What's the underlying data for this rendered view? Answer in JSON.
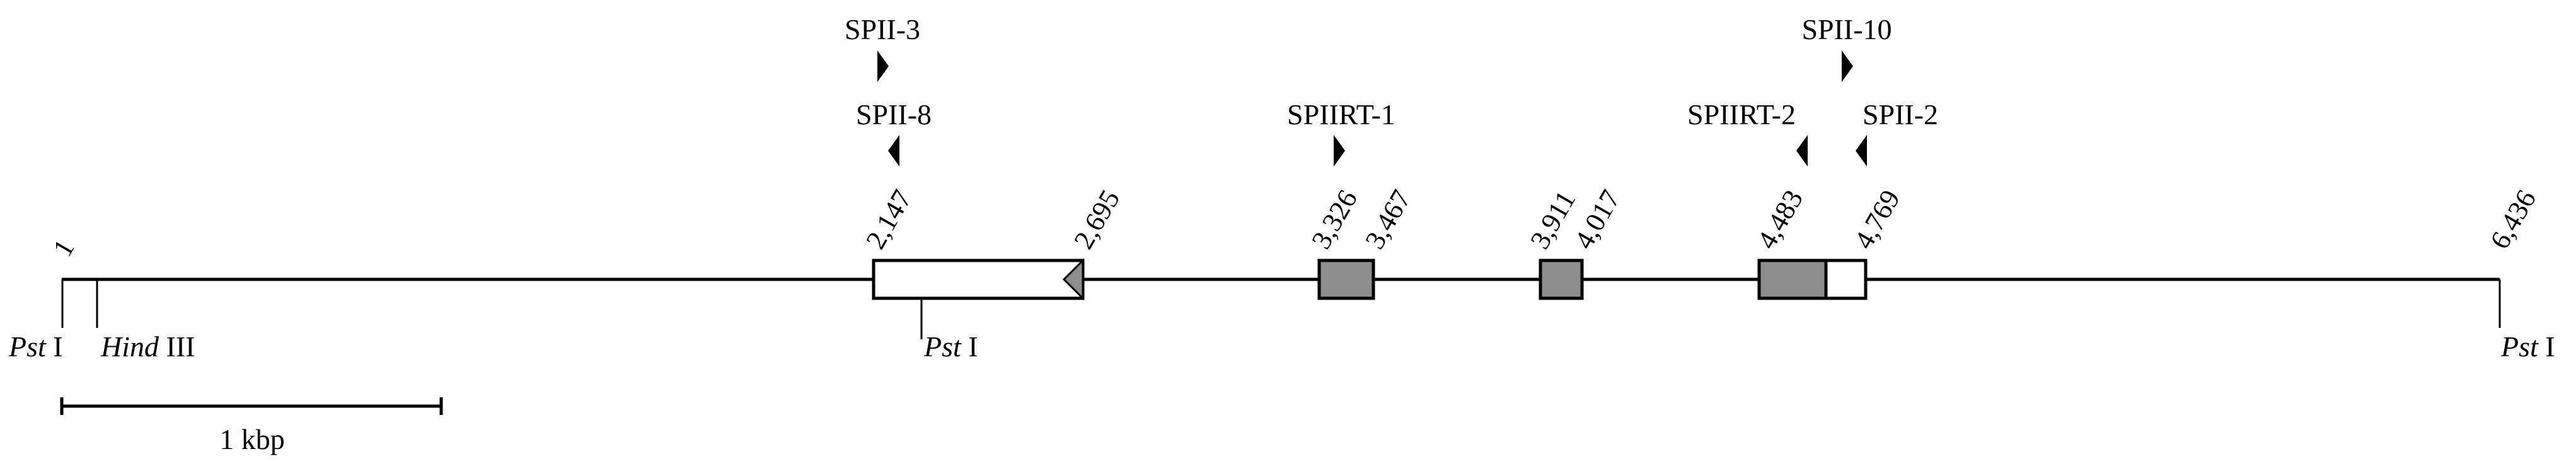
{
  "primers": [
    {
      "name": "SPII-3",
      "direction": "forward"
    },
    {
      "name": "SPII-8",
      "direction": "reverse"
    },
    {
      "name": "SPIIRT-1",
      "direction": "forward"
    },
    {
      "name": "SPIIRT-2",
      "direction": "reverse"
    },
    {
      "name": "SPII-10",
      "direction": "forward"
    },
    {
      "name": "SPII-2",
      "direction": "reverse"
    }
  ],
  "positions": [
    "1",
    "2,147",
    "2,695",
    "3,326",
    "3,467",
    "3,911",
    "4,017",
    "4,483",
    "4,769",
    "6,436"
  ],
  "restriction_sites": [
    {
      "enzyme_italic": "Pst",
      "enzyme_suffix": "I"
    },
    {
      "enzyme_italic": "Hind",
      "enzyme_suffix": "III"
    },
    {
      "enzyme_italic": "Pst",
      "enzyme_suffix": "I"
    },
    {
      "enzyme_italic": "Pst",
      "enzyme_suffix": "I"
    }
  ],
  "scale_bar": {
    "label": "1 kbp"
  },
  "colors": {
    "line": "#000000",
    "exon_gray": "#8c8c8c",
    "box_white": "#ffffff"
  }
}
